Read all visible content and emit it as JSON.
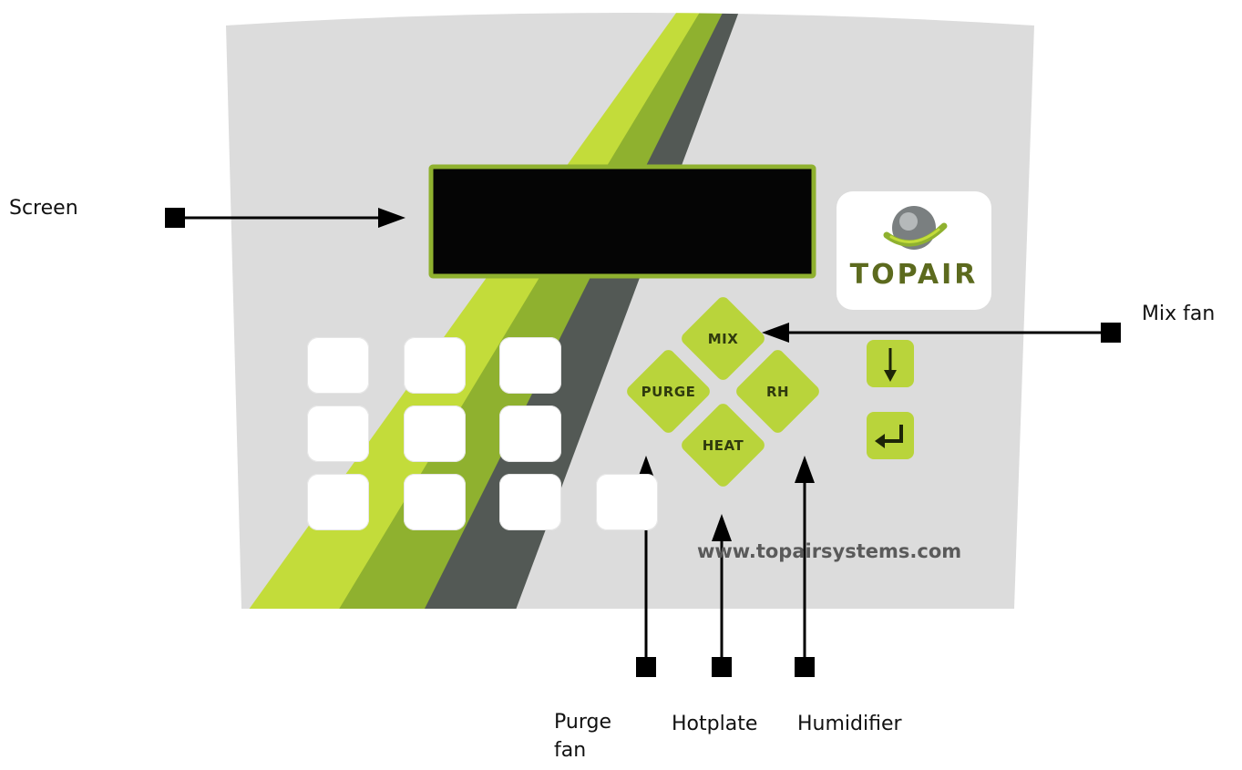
{
  "panel": {
    "brand": "TOPAIR",
    "url": "www.topairsystems.com",
    "colors": {
      "panel_bg": "#dcdcdc",
      "stripe_light": "#c3dc3a",
      "stripe_mid": "#8fb12f",
      "stripe_dark": "#535955",
      "key_green": "#b9d43b",
      "screen": "#050505"
    },
    "keys": {
      "mix": "MIX",
      "purge": "PURGE",
      "rh": "RH",
      "heat": "HEAT"
    },
    "side_keys": [
      {
        "icon": "down-arrow-icon"
      },
      {
        "icon": "enter-return-icon"
      }
    ],
    "soft_key_count": 10
  },
  "callouts": {
    "screen": "Screen",
    "mix_fan": "Mix fan",
    "purge_fan_line1": "Purge",
    "purge_fan_line2": "fan",
    "hotplate": "Hotplate",
    "humidifier": "Humidifier"
  }
}
